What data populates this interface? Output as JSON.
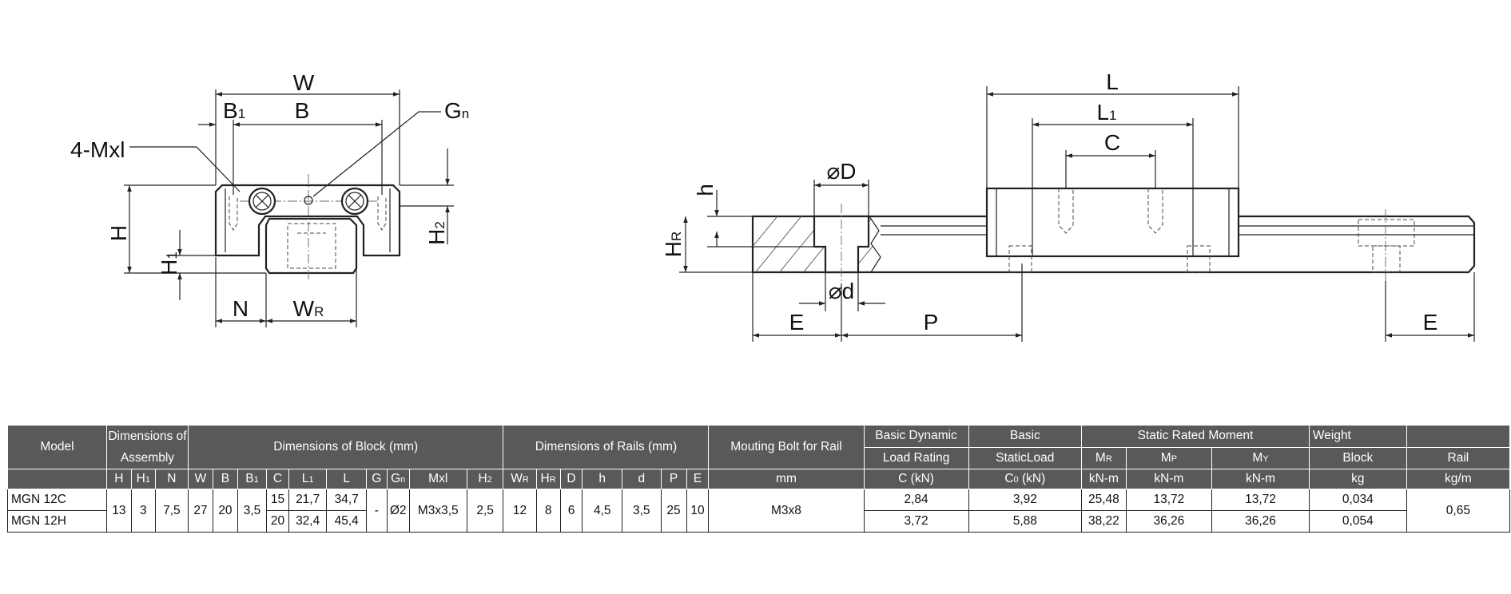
{
  "front_view": {
    "labels": {
      "W": "W",
      "B1": "B",
      "B1_sub": "1",
      "B": "B",
      "Gn": "G",
      "Gn_sub": "n",
      "mxl": "4-Mxl",
      "H": "H",
      "H1": "H",
      "H1_sub": "1",
      "H2": "H",
      "H2_sub": "2",
      "N": "N",
      "WR": "W",
      "WR_sub": "R"
    }
  },
  "side_view": {
    "labels": {
      "L": "L",
      "L1": "L",
      "L1_sub": "1",
      "C": "C",
      "D": "⌀D",
      "h": "h",
      "HR": "H",
      "HR_sub": "R",
      "d": "⌀d",
      "E_left": "E",
      "P": "P",
      "E_right": "E"
    }
  },
  "table": {
    "header": {
      "model": "Model",
      "assembly": "Dimensions of Assembly",
      "block": "Dimensions of Block (mm)",
      "rails": "Dimensions of Rails (mm)",
      "bolt": "Mouting Bolt for Rail",
      "dyn_1": "Basic Dynamic",
      "dyn_2": "Load Rating",
      "stat_1": "Basic",
      "stat_2": "StaticLoad",
      "moment": "Static Rated Moment",
      "weight": "Weight",
      "block_w": "Block",
      "rail_w": "Rail",
      "mr": "M",
      "mr_sub": "R",
      "mp": "M",
      "mp_sub": "P",
      "my": "M",
      "my_sub": "Y",
      "h_H": "H",
      "h_H1": "H",
      "h_H1_sub": "1",
      "h_N": "N",
      "h_W": "W",
      "h_B": "B",
      "h_B1": "B",
      "h_B1_sub": "1",
      "h_C": "C",
      "h_L1": "L",
      "h_L1_sub": "1",
      "h_L": "L",
      "h_G": "G",
      "h_Gn": "G",
      "h_Gn_sub": "n",
      "h_Mxl": "Mxl",
      "h_H2": "H",
      "h_H2_sub": "2",
      "h_WR": "W",
      "h_WR_sub": "R",
      "h_HR": "H",
      "h_HR_sub": "R",
      "h_D": "D",
      "h_h": "h",
      "h_d": "d",
      "h_P": "P",
      "h_E": "E",
      "u_mm": "mm",
      "u_C": "C (kN)",
      "u_C0": "C",
      "u_C0_sub": "0",
      "u_C0_tail": " (kN)",
      "u_knm1": "kN-m",
      "u_knm2": "kN-m",
      "u_knm3": "kN-m",
      "u_kg": "kg",
      "u_kgm": "kg/m"
    },
    "shared": {
      "H": "13",
      "H1": "3",
      "N": "7,5",
      "W": "27",
      "B": "20",
      "B1": "3,5",
      "G": "-",
      "Gn": "Ø2",
      "Mxl": "M3x3,5",
      "H2": "2,5",
      "WR": "12",
      "HR": "8",
      "D": "6",
      "h": "4,5",
      "d": "3,5",
      "P": "25",
      "E": "10",
      "bolt": "M3x8",
      "rail_weight": "0,65"
    },
    "rows": [
      {
        "model": "MGN 12C",
        "C": "15",
        "L1": "21,7",
        "L": "34,7",
        "dyn": "2,84",
        "stat": "3,92",
        "mr": "25,48",
        "mp": "13,72",
        "my": "13,72",
        "block": "0,034"
      },
      {
        "model": "MGN 12H",
        "C": "20",
        "L1": "32,4",
        "L": "45,4",
        "dyn": "3,72",
        "stat": "5,88",
        "mr": "38,22",
        "mp": "36,26",
        "my": "36,26",
        "block": "0,054"
      }
    ]
  }
}
